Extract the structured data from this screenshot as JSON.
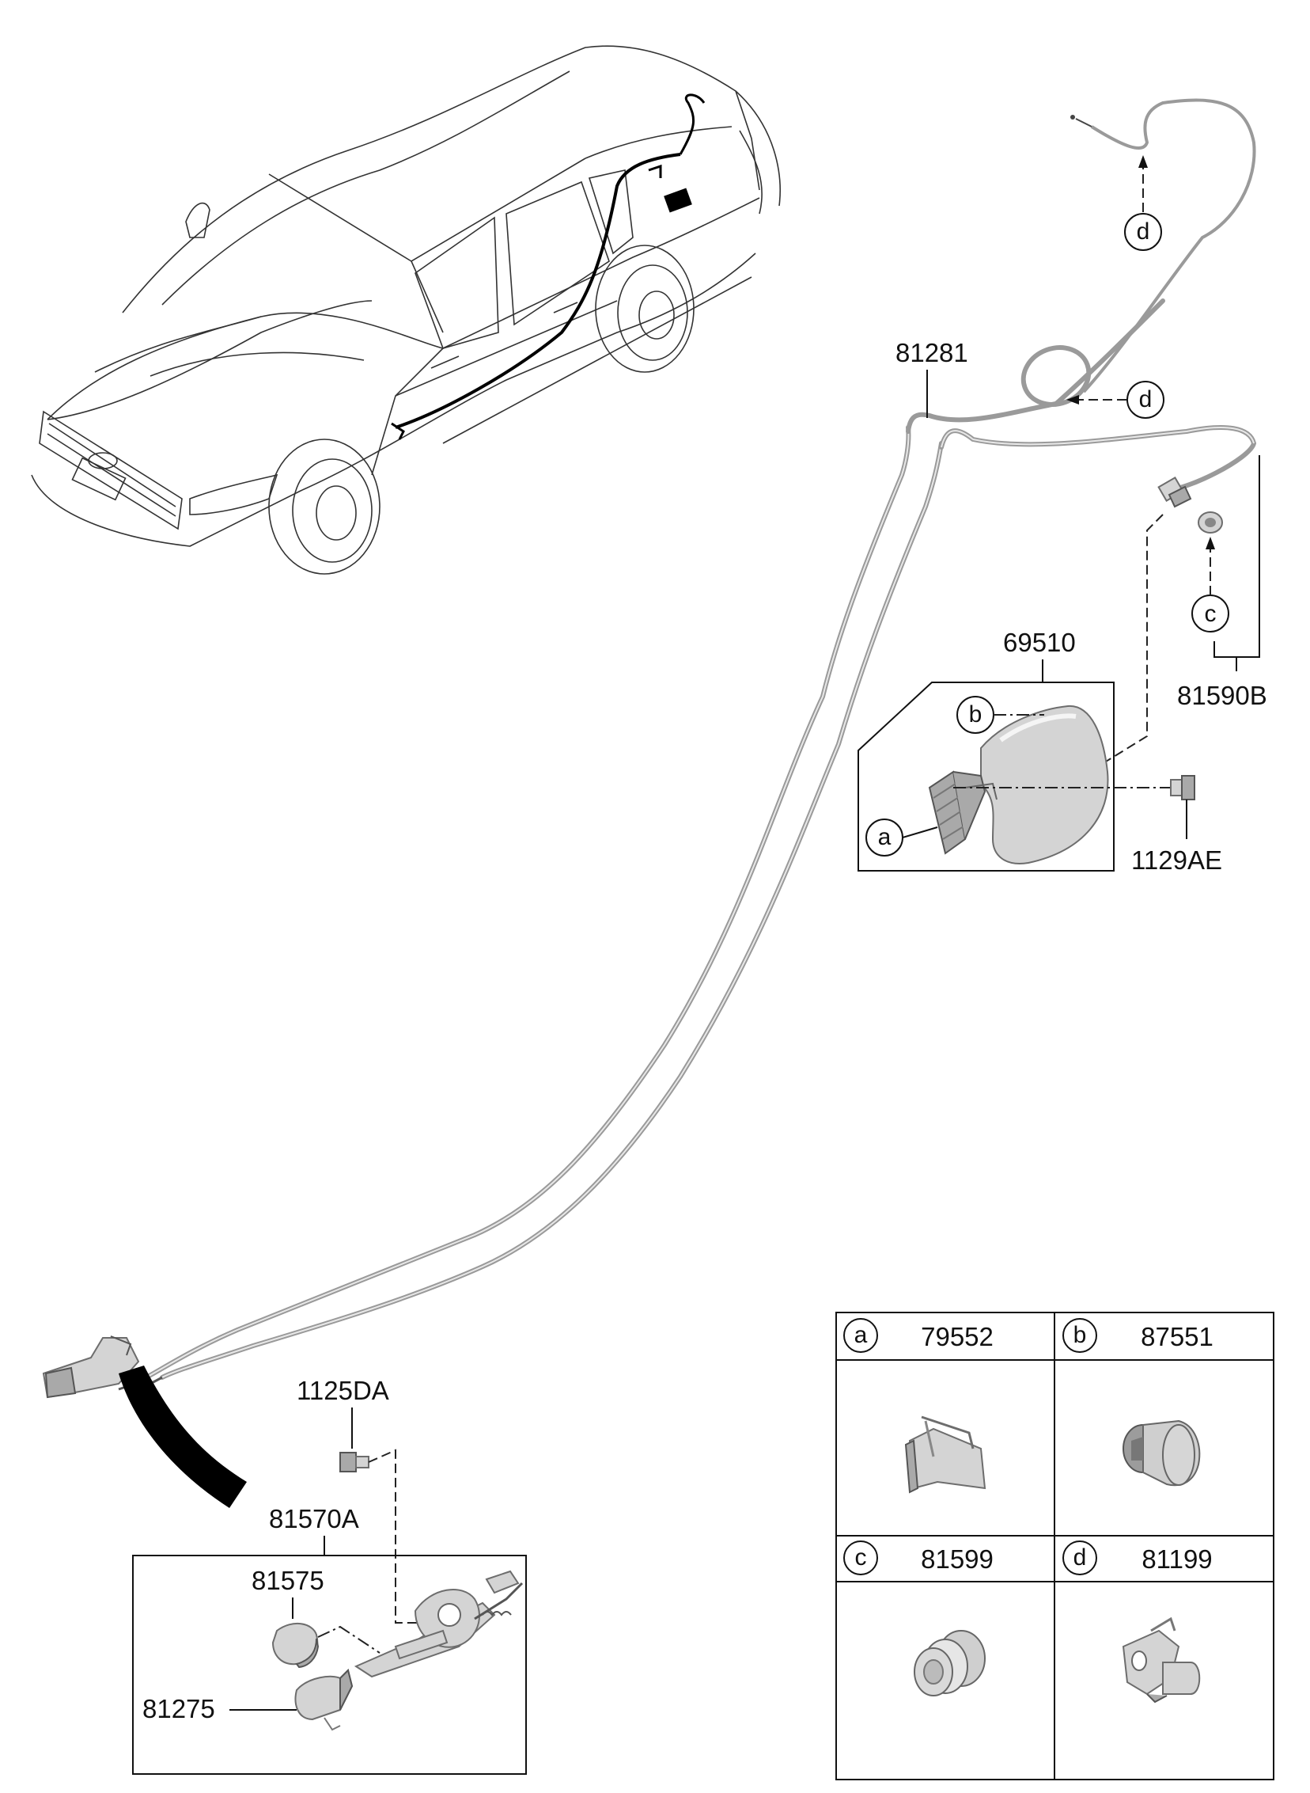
{
  "callouts": {
    "p81281": "81281",
    "p69510": "69510",
    "p81590b": "81590B",
    "p1129ae": "1129AE",
    "p1125da": "1125DA",
    "p81570a": "81570A",
    "p81575": "81575",
    "p81275": "81275"
  },
  "letters": {
    "a": "a",
    "b": "b",
    "c": "c",
    "d": "d"
  },
  "legend": {
    "cells": [
      {
        "letter": "a",
        "part": "79552"
      },
      {
        "letter": "b",
        "part": "87551"
      },
      {
        "letter": "c",
        "part": "81599"
      },
      {
        "letter": "d",
        "part": "81199"
      }
    ]
  },
  "icons": {
    "car": "sedan-outline-icon",
    "fuel_door": "fuel-filler-door-icon",
    "release_lever": "fuel-door-release-lever-icon"
  },
  "colors": {
    "line": "#111111",
    "cable": "#9a9a9a",
    "part_fill": "#d4d4d4"
  }
}
